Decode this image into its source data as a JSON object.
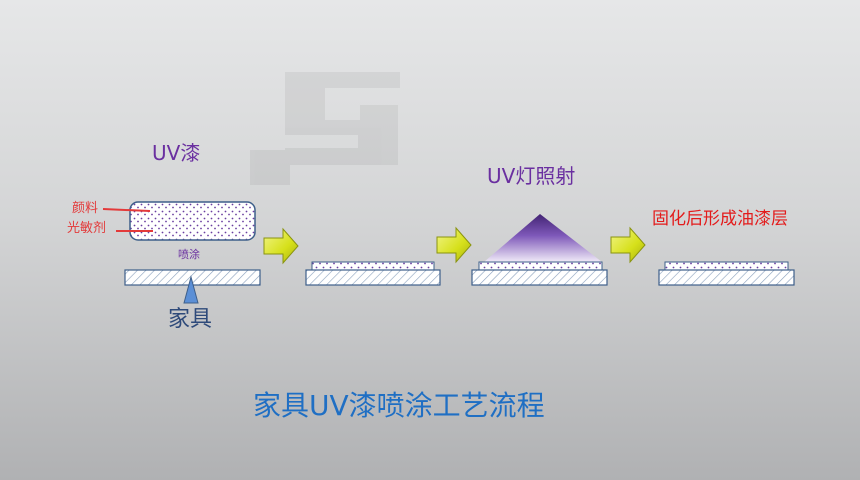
{
  "labels": {
    "uv_paint": "UV漆",
    "pigment": "颜料",
    "photoinitiator": "光敏剂",
    "spraying": "喷涂",
    "furniture": "家具",
    "uv_lamp": "UV灯照射",
    "cured": "固化后形成油漆层",
    "title": "家具UV漆喷涂工艺流程"
  },
  "colors": {
    "title": "#1f6fc4",
    "purple_text": "#6a2fa0",
    "red_text": "#e31b1b",
    "arrow_fill": "#d6e01a",
    "paint_dots": "#6b3fa0",
    "substrate_border": "#3e5f8a"
  },
  "watermark": {
    "logo": "company-logo-watermark"
  }
}
